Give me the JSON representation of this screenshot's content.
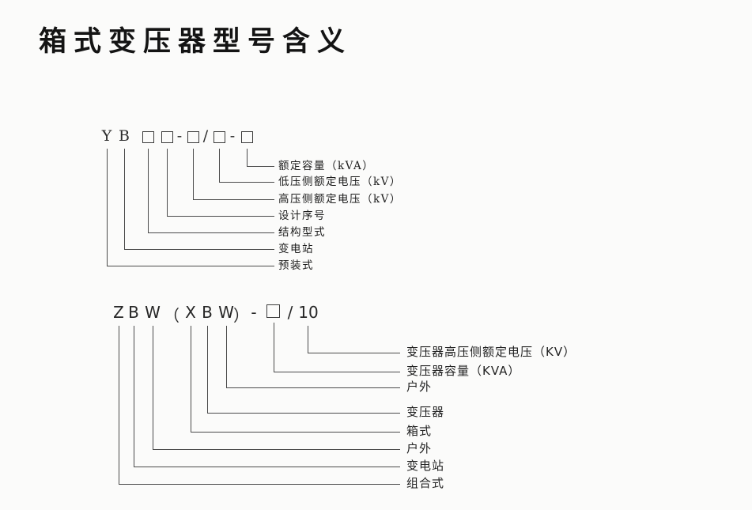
{
  "page": {
    "title": "箱式变压器型号含义",
    "background_color": "#fbfbfa",
    "line_color": "#4b4b4b",
    "text_color": "#1d1d1d"
  },
  "diagram1": {
    "code": "YB□□-□/□-□",
    "chars": [
      "Y",
      "B",
      "-",
      "/",
      "-"
    ],
    "box_symbol": "□",
    "labels": [
      "额定容量（kVA）",
      "低压侧额定电压（kV）",
      "高压侧额定电压（kV）",
      "设计序号",
      "结构型式",
      "变电站",
      "预装式"
    ]
  },
  "diagram2": {
    "code": "ZBW（XBW）-□/10",
    "chars": [
      "Z",
      "B",
      "W",
      "（",
      "X",
      "B",
      "W",
      "）",
      "-",
      "/",
      "10"
    ],
    "box_symbol": "□",
    "labels": [
      "变压器高压侧额定电压（KV）",
      "变压器容量（KVA）",
      "户外",
      "变压器",
      "箱式",
      "户外",
      "变电站",
      "组合式"
    ]
  }
}
